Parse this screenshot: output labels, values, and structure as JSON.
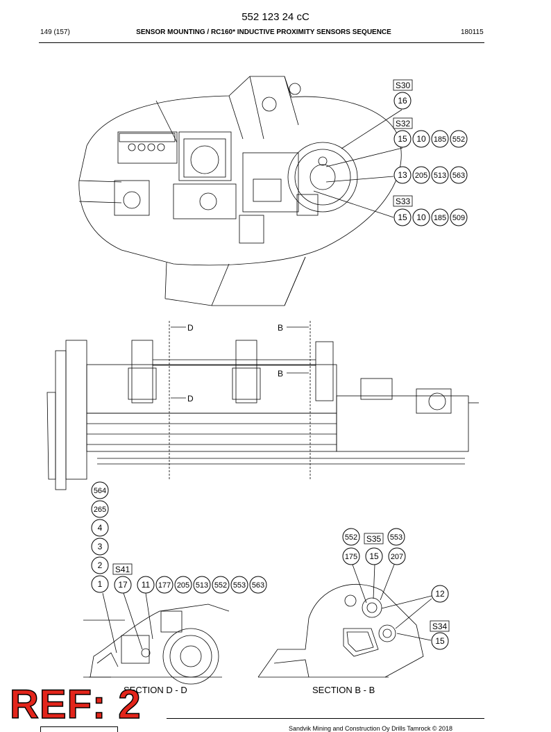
{
  "header": {
    "doc_number": "552 123 24 cC",
    "page": "149 (157)",
    "title": "SENSOR MOUNTING / RC160* INDUCTIVE PROXIMITY SENSORS SEQUENCE",
    "code": "180115"
  },
  "top_view": {
    "labels": {
      "s30": "S30",
      "s32": "S32",
      "s33": "S33",
      "n16": "16",
      "r1": [
        "15",
        "10",
        "185",
        "552"
      ],
      "r2": [
        "13",
        "205",
        "513",
        "563"
      ],
      "r3": [
        "15",
        "10",
        "185",
        "509"
      ]
    }
  },
  "side_view": {
    "section_d": "D",
    "section_b": "B"
  },
  "section_dd": {
    "stack": [
      "564",
      "265",
      "4",
      "3",
      "2",
      "1"
    ],
    "tag": "S41",
    "row": [
      "17",
      "11",
      "177",
      "205",
      "513",
      "552",
      "553",
      "563"
    ],
    "caption": "SECTION D - D"
  },
  "section_bb": {
    "top": [
      "552",
      "553"
    ],
    "tag": "S35",
    "mid": [
      "175",
      "15",
      "207"
    ],
    "n12": "12",
    "tag2": "S34",
    "n15": "15",
    "caption": "SECTION B - B"
  },
  "footer": {
    "text": "Sandvik Mining and Construction Oy Drills Tamrock © 2018",
    "ref": "REF: 2"
  }
}
